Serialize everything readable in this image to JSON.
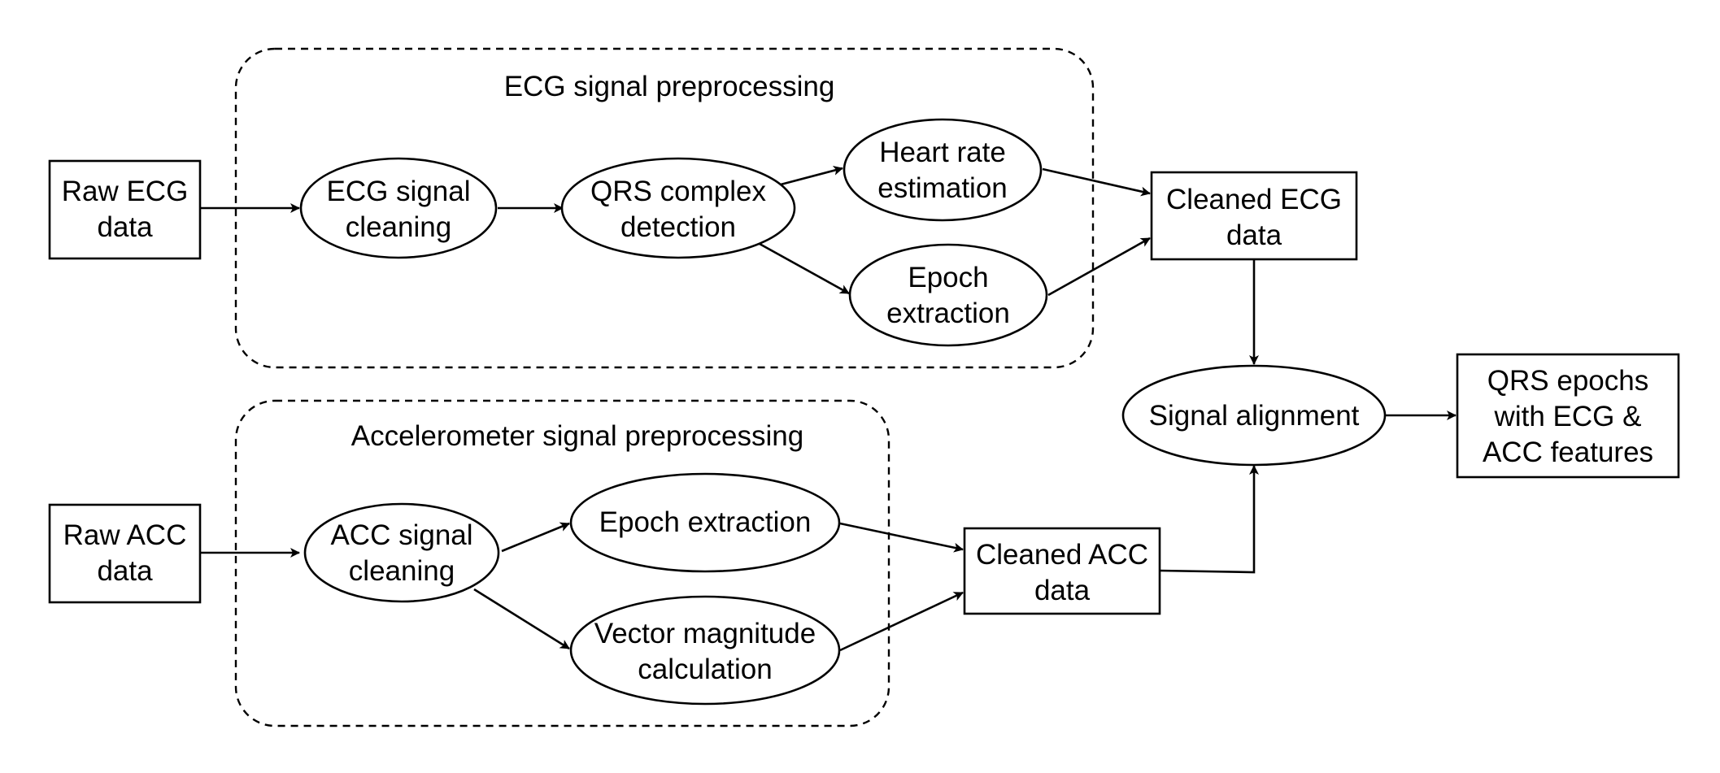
{
  "groups": {
    "ecg_preprocessing": "ECG signal preprocessing",
    "acc_preprocessing": "Accelerometer signal preprocessing"
  },
  "nodes": {
    "raw_ecg": [
      "Raw ECG",
      "data"
    ],
    "ecg_cleaning": [
      "ECG signal",
      "cleaning"
    ],
    "qrs_detection": [
      "QRS complex",
      "detection"
    ],
    "heart_rate": [
      "Heart rate",
      "estimation"
    ],
    "ecg_epoch": [
      "Epoch",
      "extraction"
    ],
    "cleaned_ecg": [
      "Cleaned ECG",
      "data"
    ],
    "signal_alignment": [
      "Signal alignment"
    ],
    "qrs_epochs": [
      "QRS epochs",
      "with ECG &",
      "ACC features"
    ],
    "raw_acc": [
      "Raw ACC",
      "data"
    ],
    "acc_cleaning": [
      "ACC signal",
      "cleaning"
    ],
    "acc_epoch": [
      "Epoch extraction"
    ],
    "vector_magnitude": [
      "Vector magnitude",
      "calculation"
    ],
    "cleaned_acc": [
      "Cleaned ACC",
      "data"
    ]
  }
}
